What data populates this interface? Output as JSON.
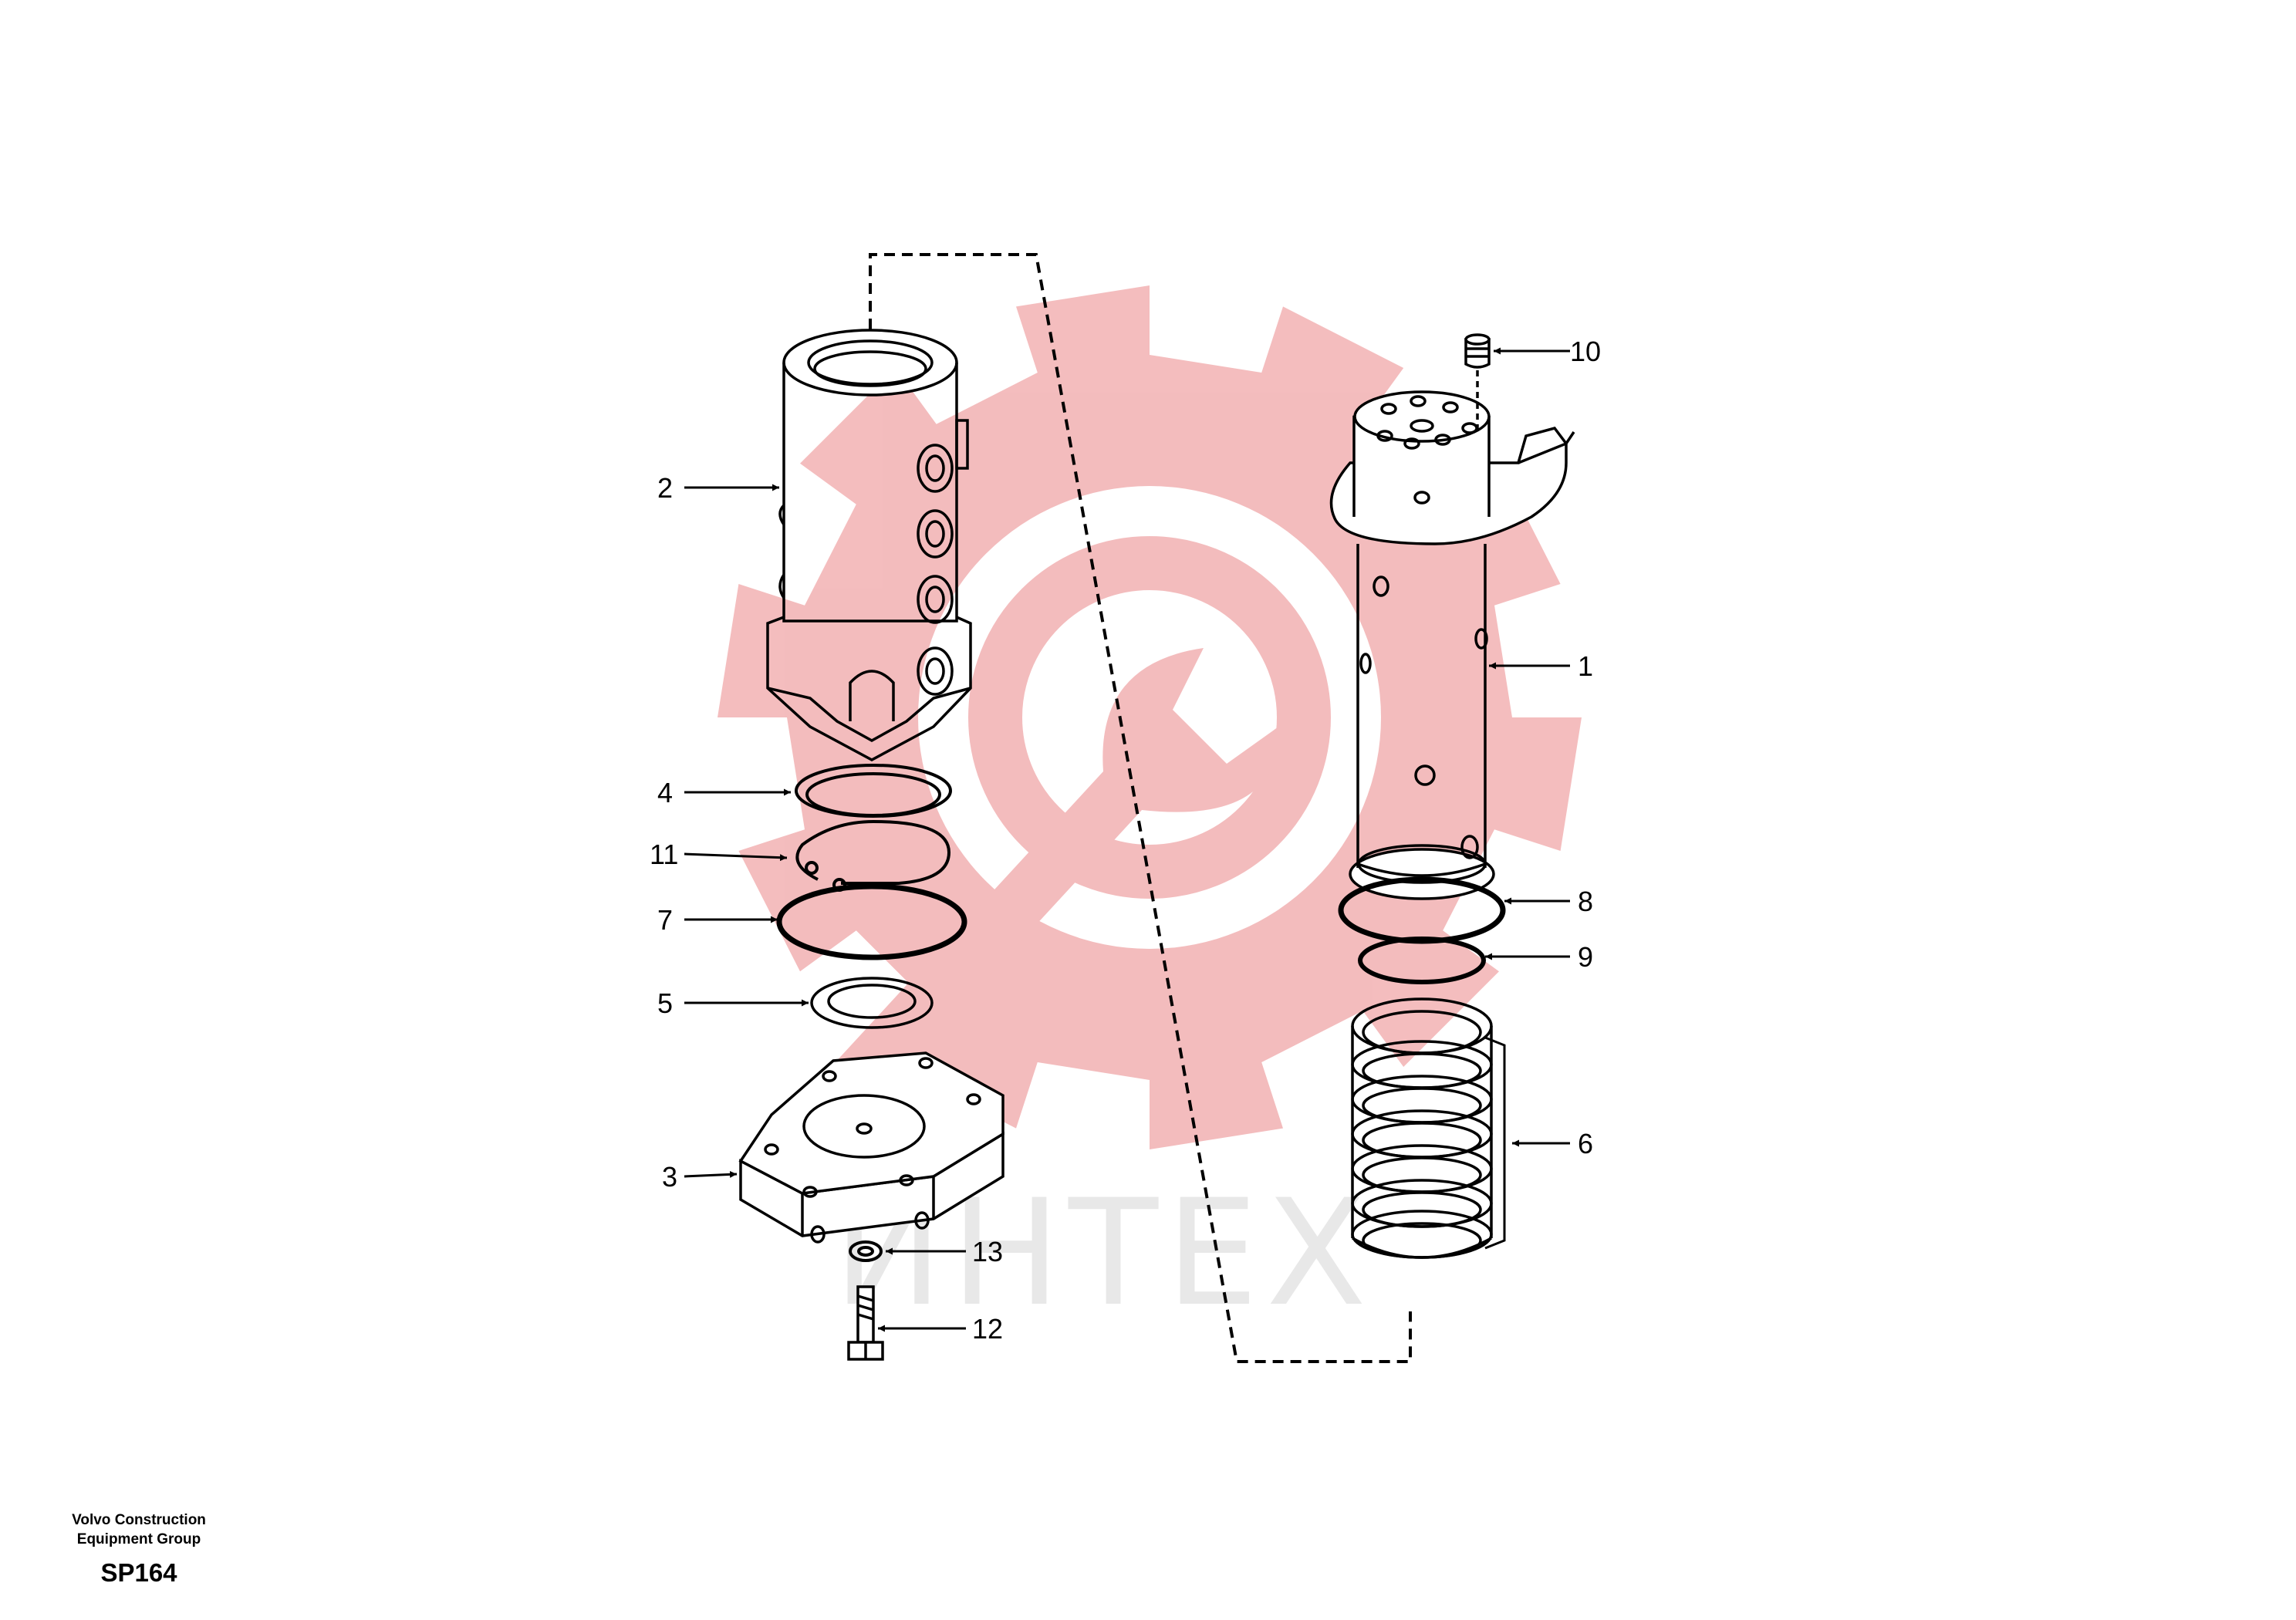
{
  "watermark": {
    "text": "ИНТЕХ",
    "gear_color": "#f3b9ba",
    "text_color": "#e8e8e8"
  },
  "callouts": [
    {
      "id": "1",
      "label": "1"
    },
    {
      "id": "2",
      "label": "2"
    },
    {
      "id": "3",
      "label": "3"
    },
    {
      "id": "4",
      "label": "4"
    },
    {
      "id": "5",
      "label": "5"
    },
    {
      "id": "6",
      "label": "6"
    },
    {
      "id": "7",
      "label": "7"
    },
    {
      "id": "8",
      "label": "8"
    },
    {
      "id": "9",
      "label": "9"
    },
    {
      "id": "10",
      "label": "10"
    },
    {
      "id": "11",
      "label": "11"
    },
    {
      "id": "12",
      "label": "12"
    },
    {
      "id": "13",
      "label": "13"
    }
  ],
  "footer": {
    "company_line1": "Volvo Construction",
    "company_line2": "Equipment Group",
    "code": "SP164"
  },
  "colors": {
    "line": "#000000",
    "background": "#ffffff"
  }
}
